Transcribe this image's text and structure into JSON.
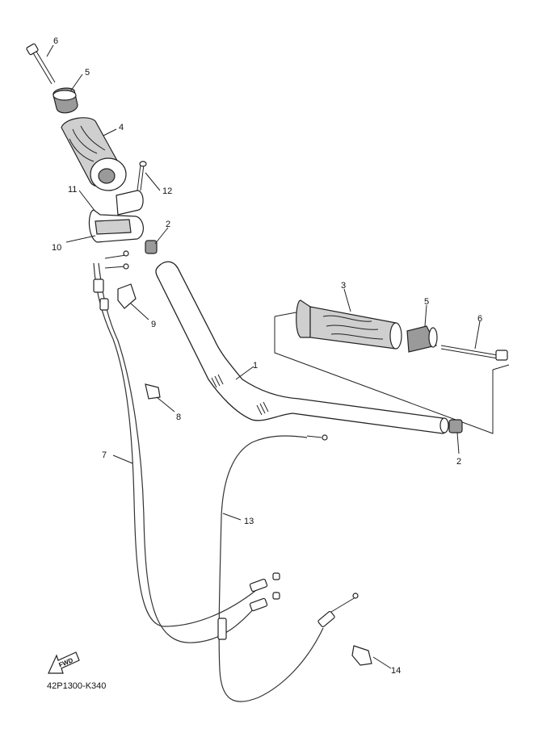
{
  "diagram": {
    "part_code": "42P1300-K340",
    "fwd_label": "FWD",
    "callouts": [
      {
        "id": "label-1",
        "text": "1"
      },
      {
        "id": "label-2a",
        "text": "2"
      },
      {
        "id": "label-2b",
        "text": "2"
      },
      {
        "id": "label-3",
        "text": "3"
      },
      {
        "id": "label-4",
        "text": "4"
      },
      {
        "id": "label-5a",
        "text": "5"
      },
      {
        "id": "label-5b",
        "text": "5"
      },
      {
        "id": "label-6a",
        "text": "6"
      },
      {
        "id": "label-6b",
        "text": "6"
      },
      {
        "id": "label-7",
        "text": "7"
      },
      {
        "id": "label-8",
        "text": "8"
      },
      {
        "id": "label-9",
        "text": "9"
      },
      {
        "id": "label-10",
        "text": "10"
      },
      {
        "id": "label-11",
        "text": "11"
      },
      {
        "id": "label-12",
        "text": "12"
      },
      {
        "id": "label-13",
        "text": "13"
      },
      {
        "id": "label-14",
        "text": "14"
      }
    ]
  }
}
